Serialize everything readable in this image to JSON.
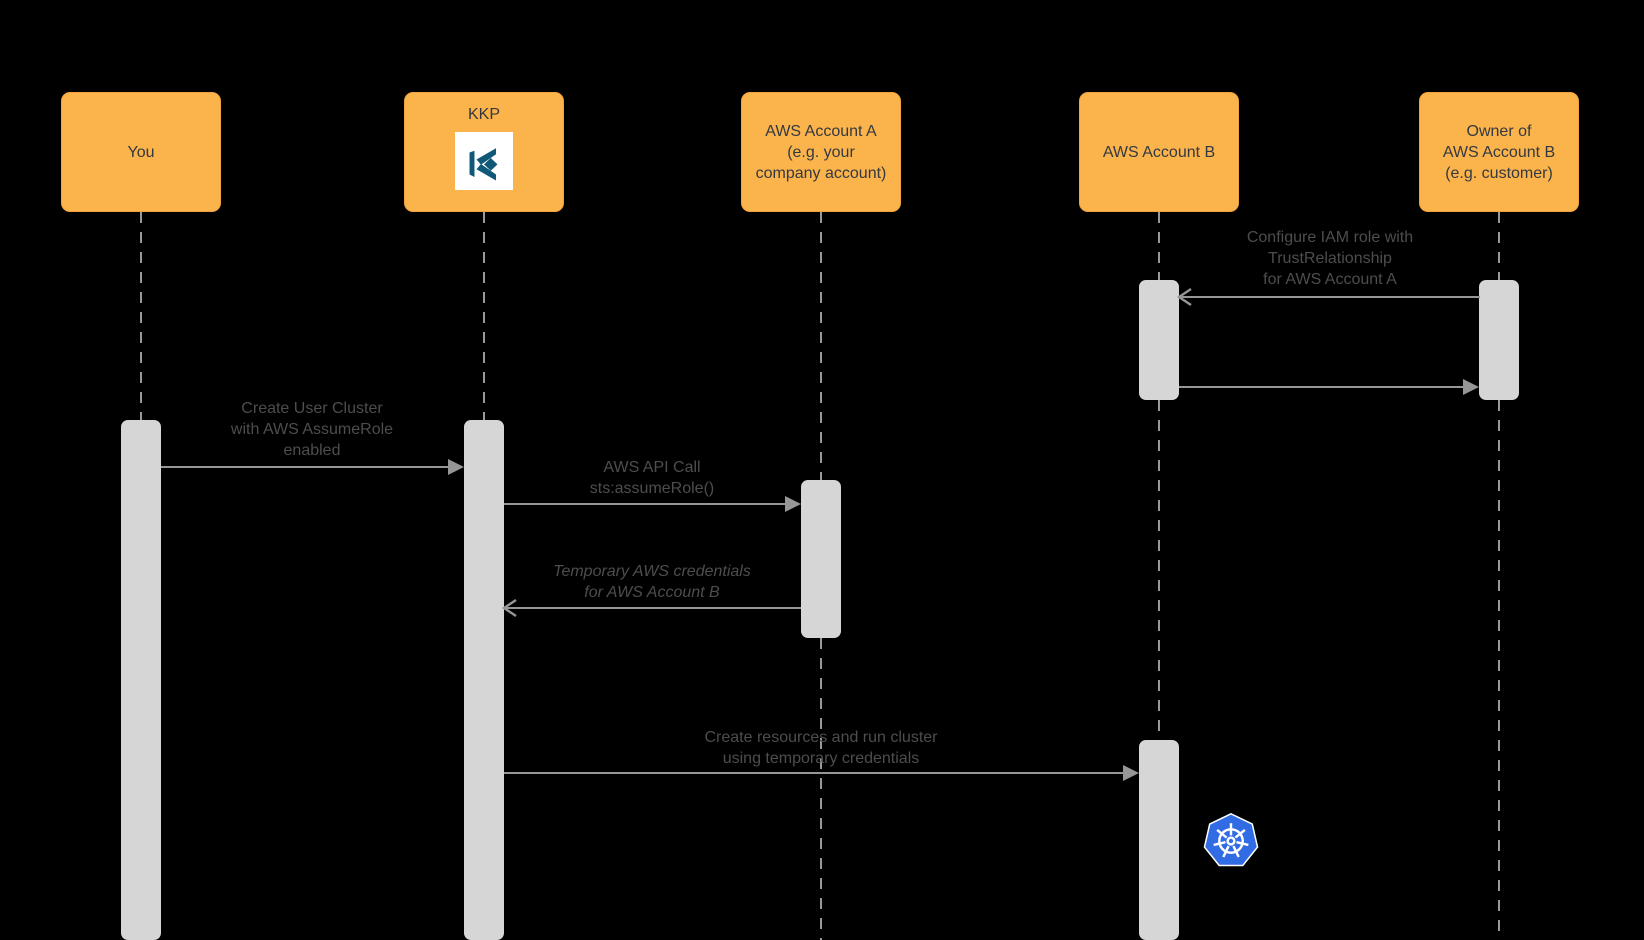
{
  "diagram_title": "KKP AWS AssumeRole sequence diagram",
  "colors": {
    "background": "#000000",
    "actor_fill": "#FBB34B",
    "actor_border": "#EFA440",
    "activation_fill": "#D6D6D6",
    "line_gray": "#969696",
    "actor_text": "#333940",
    "message_text": "#4D4D4D",
    "kubermatic_blue": "#0F5878",
    "kubernetes_blue": "#326CE5"
  },
  "actors": [
    {
      "label": "You"
    },
    {
      "label": "KKP",
      "icon": "kubermatic-logo"
    },
    {
      "label": "AWS Account A\n(e.g. your\ncompany account)"
    },
    {
      "label": "AWS Account B"
    },
    {
      "label": "Owner of\nAWS Account B\n(e.g. customer)"
    }
  ],
  "messages": [
    {
      "label": "Configure IAM role with\nTrustRelationship\nfor AWS Account A",
      "from": "Owner of AWS Account B",
      "to": "AWS Account B",
      "arrowhead": "open"
    },
    {
      "label": "",
      "from": "AWS Account B",
      "to": "Owner of AWS Account B",
      "arrowhead": "filled"
    },
    {
      "label": "Create User Cluster\nwith AWS AssumeRole\nenabled",
      "from": "You",
      "to": "KKP",
      "arrowhead": "filled"
    },
    {
      "label": "AWS API Call\nsts:assumeRole()",
      "from": "KKP",
      "to": "AWS Account A",
      "arrowhead": "filled"
    },
    {
      "label": "Temporary AWS credentials\nfor AWS Account B",
      "from": "AWS Account A",
      "to": "KKP",
      "arrowhead": "open",
      "italic": true
    },
    {
      "label": "Create resources and run cluster\nusing temporary credentials",
      "from": "KKP",
      "to": "AWS Account B",
      "arrowhead": "filled"
    }
  ],
  "icons": {
    "kubermatic": "kubermatic-logo",
    "kubernetes": "kubernetes-logo"
  }
}
